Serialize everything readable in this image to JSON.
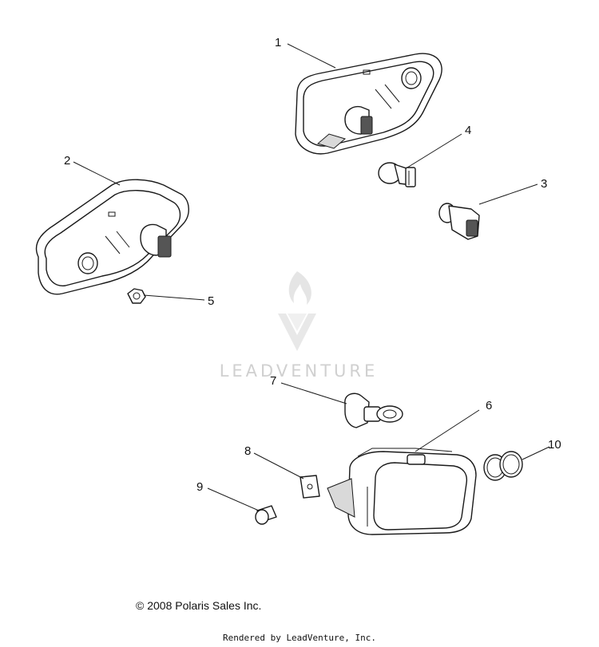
{
  "callouts": [
    "1",
    "2",
    "3",
    "4",
    "5",
    "6",
    "7",
    "8",
    "9",
    "10"
  ],
  "watermark": {
    "text": "LEADVENTURE"
  },
  "footer": {
    "copyright": "© 2008 Polaris Sales Inc.",
    "rendered_by": "Rendered by LeadVenture, Inc."
  },
  "colors": {
    "line": "#1a1a1a",
    "watermark": "#d0d0d0",
    "background": "#ffffff"
  }
}
